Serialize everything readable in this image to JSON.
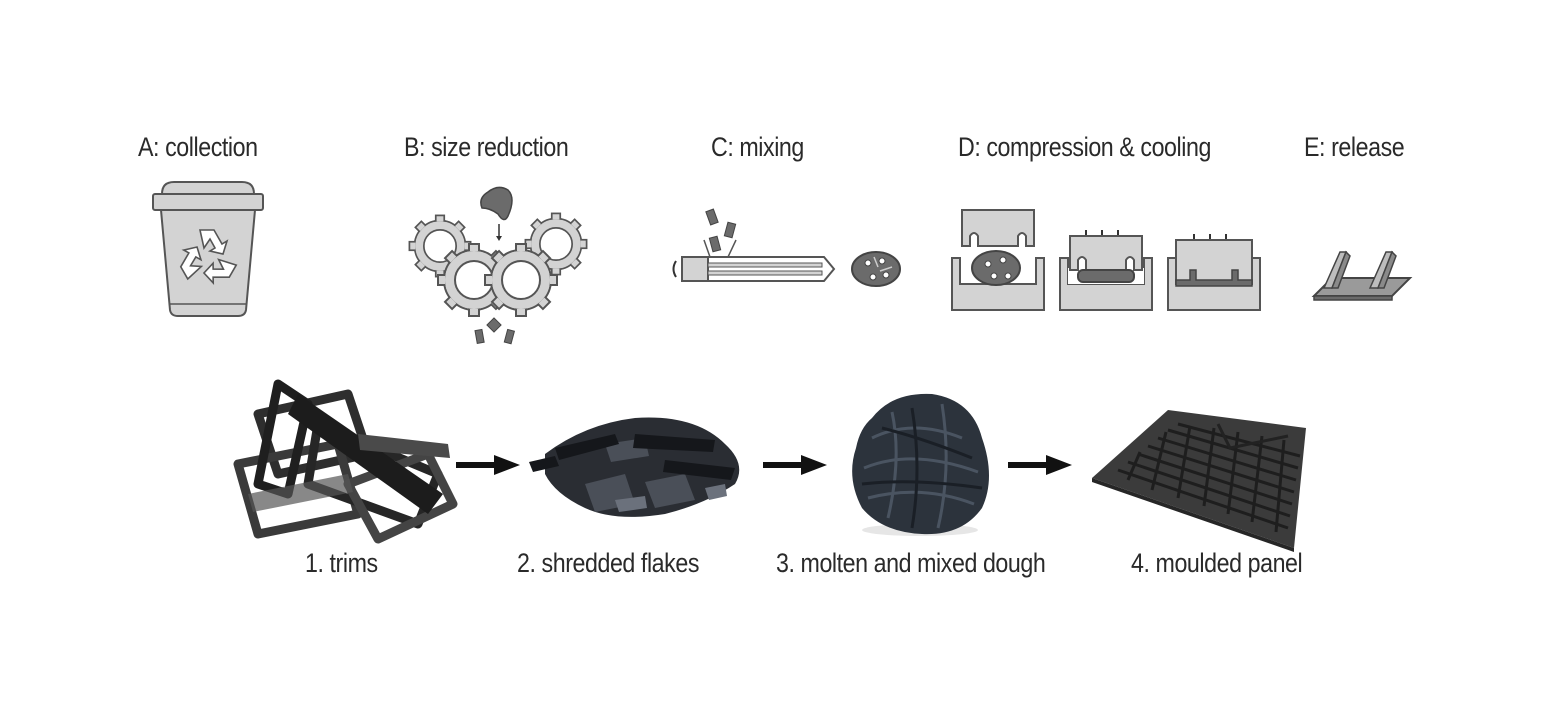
{
  "stages": [
    {
      "id": "A",
      "label": "A: collection",
      "icon": "recycle-bin-icon"
    },
    {
      "id": "B",
      "label": "B: size reduction",
      "icon": "shredder-gears-icon"
    },
    {
      "id": "C",
      "label": "C: mixing",
      "icon": "extruder-icon"
    },
    {
      "id": "D",
      "label": "D: compression & cooling",
      "icon": "compression-mold-icon"
    },
    {
      "id": "E",
      "label": "E: release",
      "icon": "molded-part-icon"
    }
  ],
  "products": [
    {
      "label": "1. trims",
      "image": "trims-photo"
    },
    {
      "label": "2. shredded flakes",
      "image": "flakes-photo"
    },
    {
      "label": "3. molten and mixed dough",
      "image": "dough-photo"
    },
    {
      "label": "4. moulded panel",
      "image": "panel-photo"
    }
  ],
  "colors": {
    "icon_fill": "#d3d3d3",
    "icon_stroke": "#555555",
    "material_fill": "#6b6b6b",
    "arrow": "#111111"
  }
}
